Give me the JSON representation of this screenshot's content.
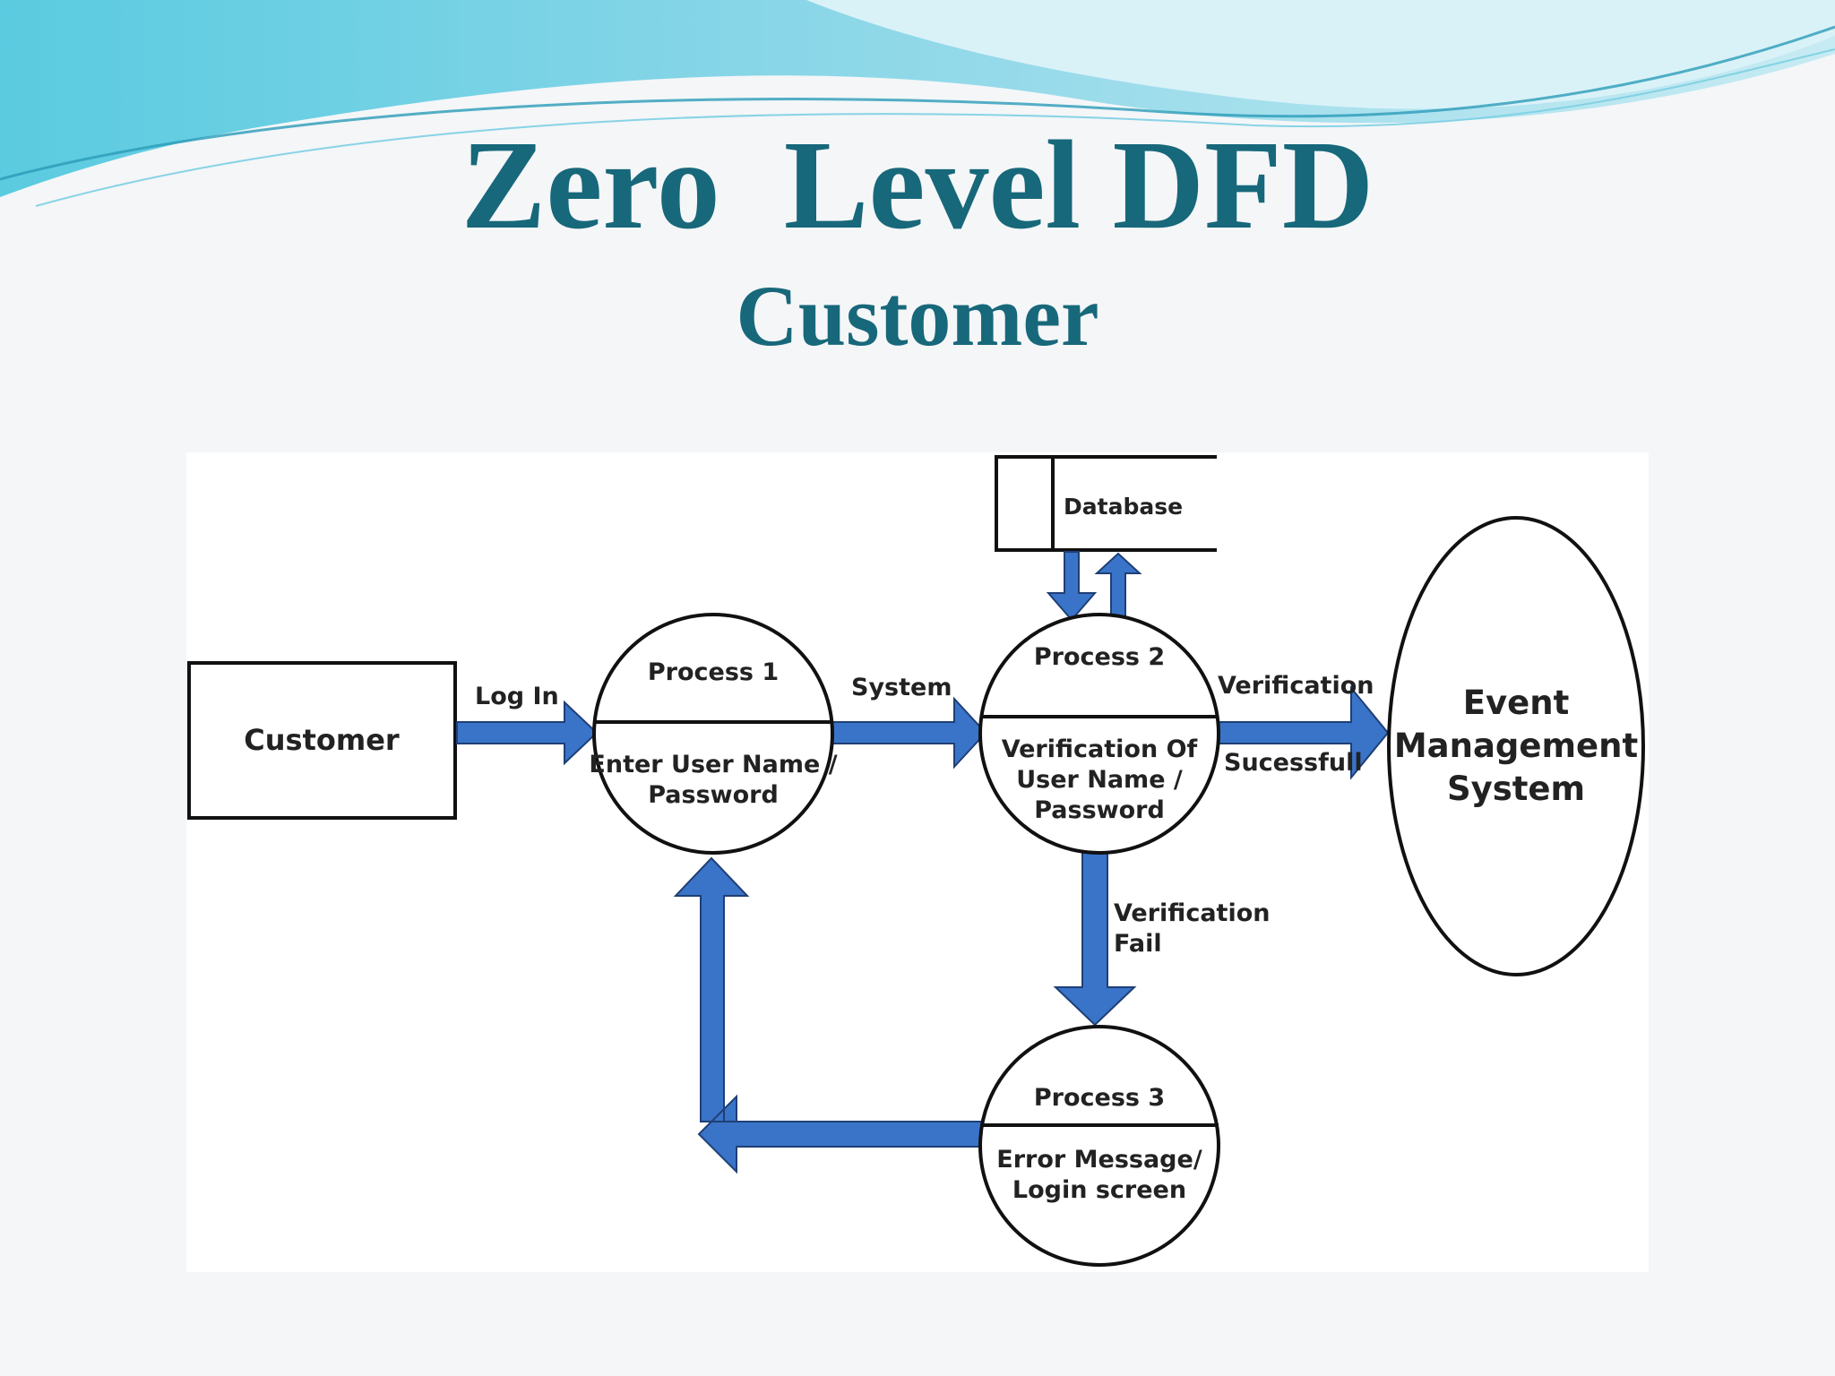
{
  "slide": {
    "title": "Zero  Level DFD",
    "subtitle": "Customer"
  },
  "colors": {
    "title": "#17687a",
    "flow_arrow": "#3a74c9",
    "header_wave": "#5cc6de"
  },
  "diagram": {
    "entities": {
      "customer": "Customer",
      "event_system": [
        "Event",
        "Management",
        "System"
      ]
    },
    "datastore": {
      "label": "Database"
    },
    "processes": {
      "p1": {
        "title": "Process 1",
        "lines": [
          "Enter User Name /",
          "Password"
        ]
      },
      "p2": {
        "title": "Process 2",
        "lines": [
          "Verification Of",
          "User Name /",
          "Password"
        ]
      },
      "p3": {
        "title": "Process 3",
        "lines": [
          "Error Message/",
          "Login screen"
        ]
      }
    },
    "flows": {
      "log_in": "Log In",
      "system": "System",
      "verification": "Verification",
      "sucessfull": "Sucessfull",
      "verification_fail": [
        "Verification",
        "Fail"
      ]
    }
  }
}
